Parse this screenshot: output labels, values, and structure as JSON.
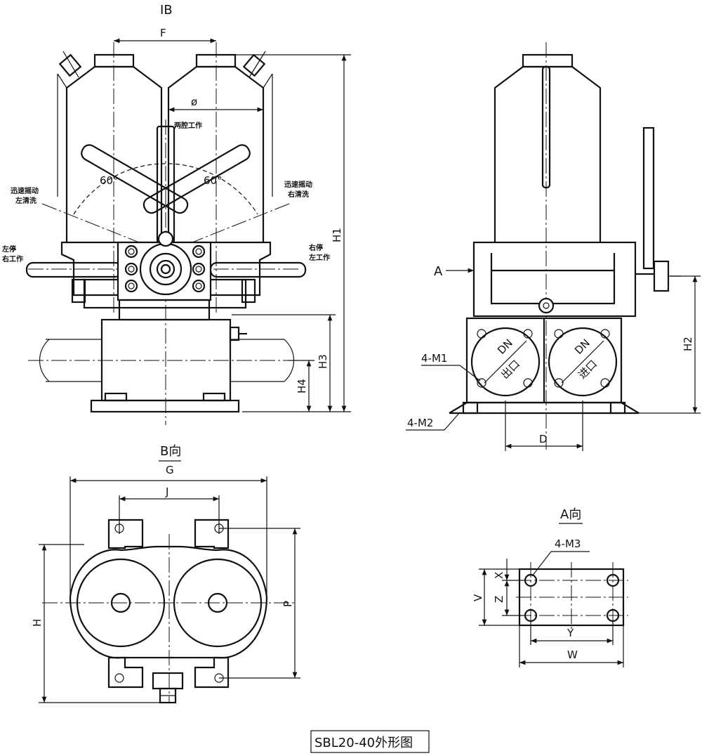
{
  "front_view": {
    "view_marker": "IB",
    "dim_F": "F",
    "dim_phi": "ø",
    "label_both": "两腔工作",
    "angle_left": "60°",
    "angle_right": "60°",
    "label_fast_left_1": "迅速摇动",
    "label_fast_left_2": "左清洗",
    "label_fast_right_1": "迅速摇动",
    "label_fast_right_2": "右清洗",
    "label_stop_left_1": "左停",
    "label_stop_left_2": "右工作",
    "label_stop_right_1": "右停",
    "label_stop_right_2": "左工作",
    "dim_H1": "H1",
    "dim_H3": "H3",
    "dim_H4": "H4"
  },
  "side_view": {
    "marker_A": "A",
    "dim_H2": "H2",
    "label_M1": "4-M1",
    "label_M2": "4-M2",
    "dn_left": "DN",
    "outlet": "出口",
    "dn_right": "DN",
    "inlet": "进口",
    "dim_D": "D"
  },
  "top_view": {
    "title": "B向",
    "dim_G": "G",
    "dim_J": "J",
    "dim_H": "H",
    "dim_P": "P"
  },
  "a_view": {
    "title": "A向",
    "label_M3": "4-M3",
    "dim_V": "V",
    "dim_X": "X",
    "dim_Z": "Z",
    "dim_Y": "Y",
    "dim_W": "W"
  },
  "caption": "SBL20-40外形图"
}
